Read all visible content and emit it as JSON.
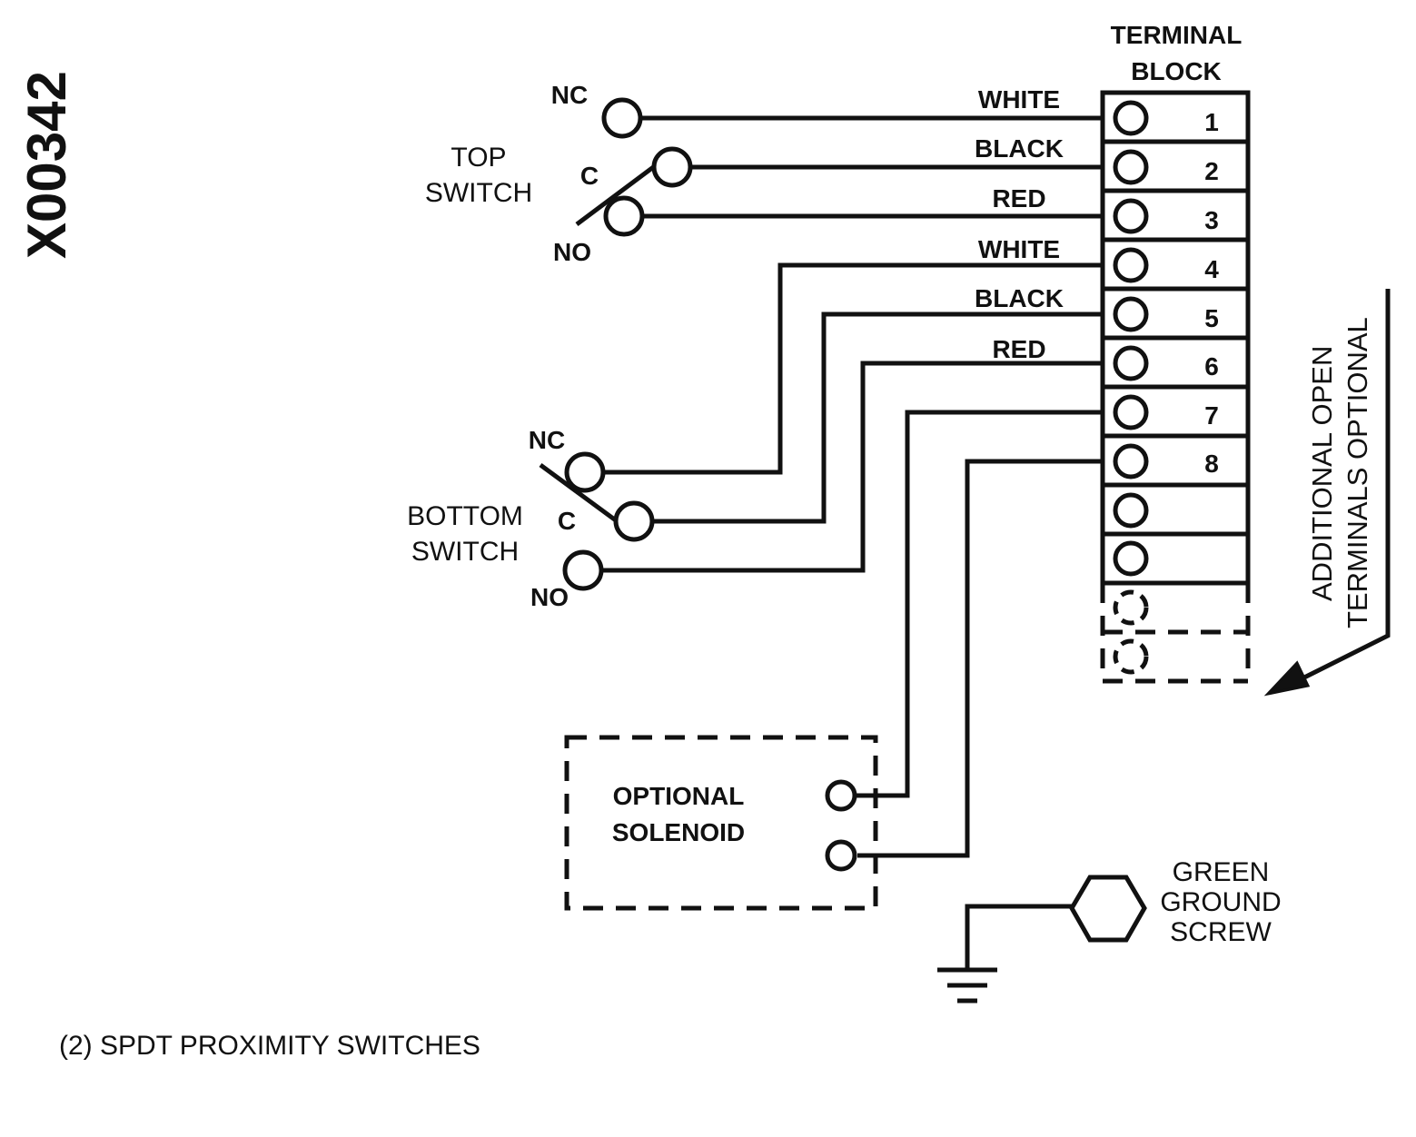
{
  "drawing_code": "X00342",
  "terminal_block": {
    "title_line1": "TERMINAL",
    "title_line2": "BLOCK",
    "terminals": [
      "1",
      "2",
      "3",
      "4",
      "5",
      "6",
      "7",
      "8"
    ]
  },
  "top_switch": {
    "label_line1": "TOP",
    "label_line2": "SWITCH",
    "nc": "NC",
    "c": "C",
    "no": "NO"
  },
  "bottom_switch": {
    "label_line1": "BOTTOM",
    "label_line2": "SWITCH",
    "nc": "NC",
    "c": "C",
    "no": "NO"
  },
  "wires": {
    "t1": "WHITE",
    "t2": "BLACK",
    "t3": "RED",
    "t4": "WHITE",
    "t5": "BLACK",
    "t6": "RED"
  },
  "solenoid": {
    "line1": "OPTIONAL",
    "line2": "SOLENOID"
  },
  "ground": {
    "line1": "GREEN",
    "line2": "GROUND",
    "line3": "SCREW"
  },
  "additional": {
    "line1": "ADDITIONAL OPEN",
    "line2": "TERMINALS OPTIONAL"
  },
  "footnote": "(2) SPDT PROXIMITY SWITCHES"
}
